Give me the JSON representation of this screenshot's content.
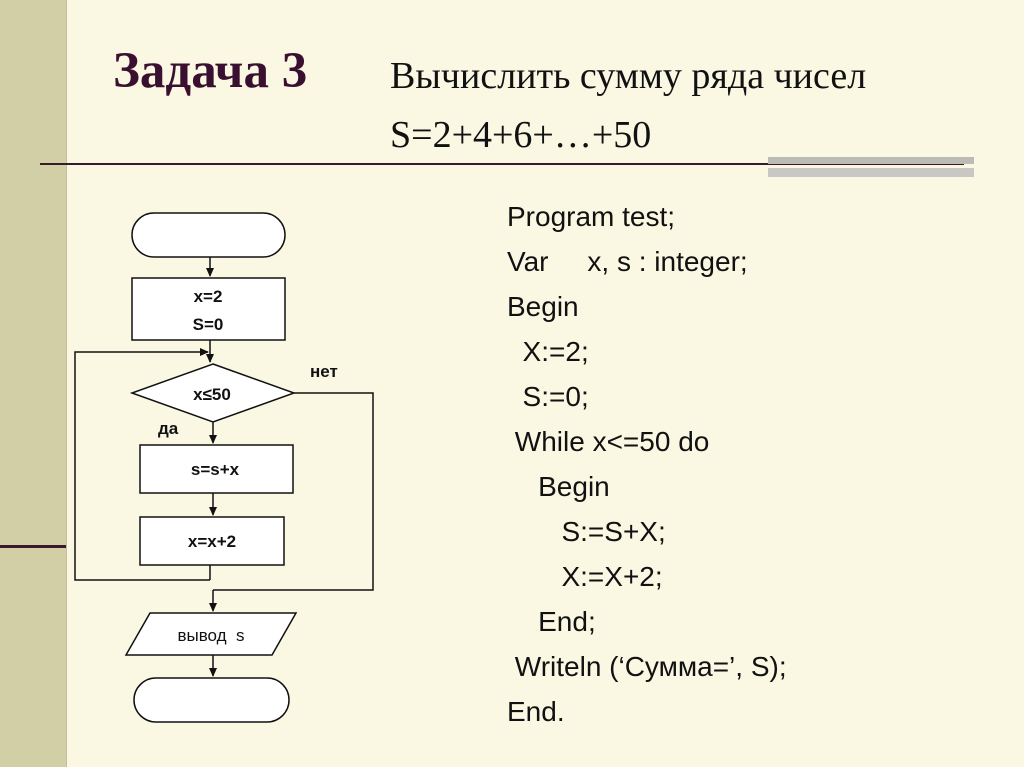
{
  "title": {
    "heading": "Задача 3",
    "line1": "Вычислить сумму ряда чисел",
    "line2": "S=2+4+6+…+50"
  },
  "flowchart": {
    "init_x": "x=2",
    "init_s": "S=0",
    "condition": "x≤50",
    "no_label": "нет",
    "yes_label": "да",
    "body1": "s=s+x",
    "body2": "x=x+2",
    "output": "вывод  s"
  },
  "code_lines": [
    "Program test;",
    "Var     x, s : integer;",
    "Begin",
    "  X:=2;",
    "  S:=0;",
    " While x<=50 do",
    "    Begin",
    "       S:=S+X;",
    "       X:=X+2;",
    "    End;",
    " Writeln (‘Сумма=’, S);",
    "End."
  ]
}
